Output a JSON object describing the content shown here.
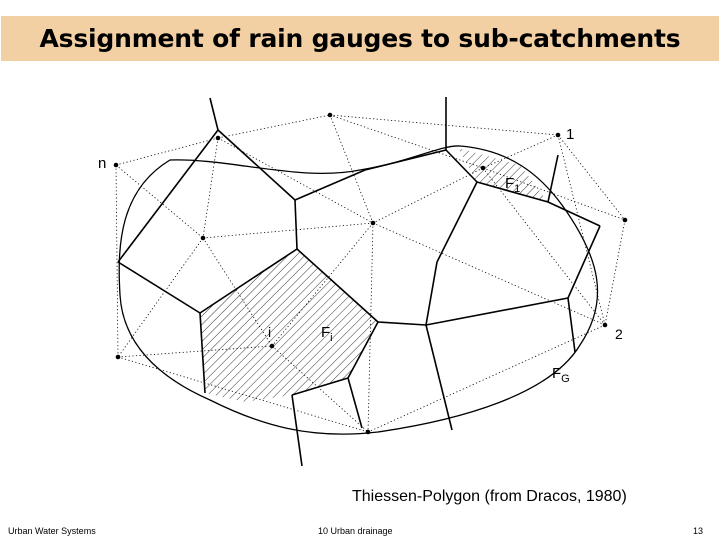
{
  "title": "Assignment of rain gauges to sub-catchments",
  "figure": {
    "labels": {
      "gauge_n": "n",
      "gauge_1": "1",
      "gauge_2": "2",
      "gauge_i": "i",
      "area_f1_main": "F",
      "area_f1_sub": "1",
      "area_fi_main": "F",
      "area_fi_sub": "i",
      "area_fg_main": "F",
      "area_fg_sub": "G"
    }
  },
  "caption": "Thiessen-Polygon (from Dracos, 1980)",
  "footer": {
    "left": "Urban Water Systems",
    "center": "10  Urban drainage",
    "page": "13"
  },
  "colors": {
    "title_background": "#f2d0a4",
    "line": "#000000"
  }
}
